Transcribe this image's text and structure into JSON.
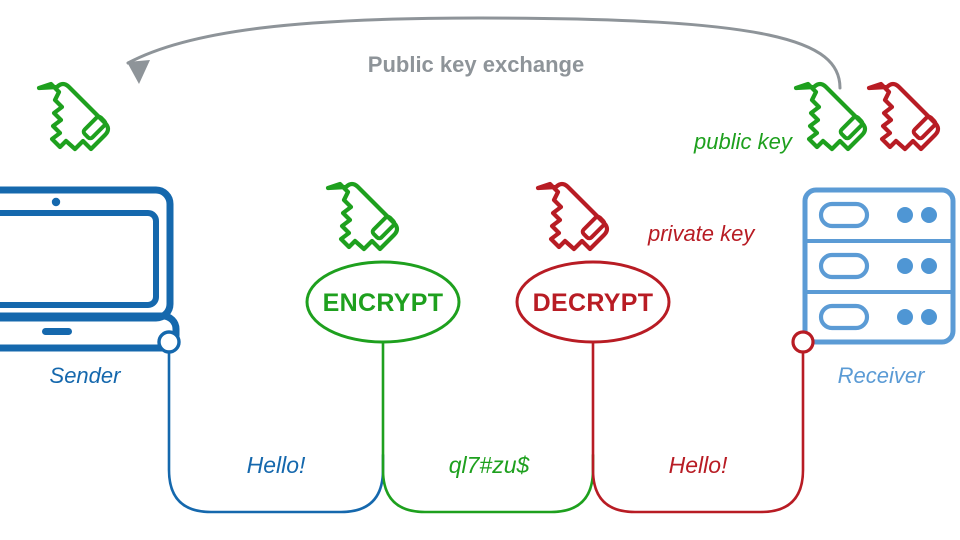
{
  "diagram": {
    "title_banner": "Public key exchange",
    "colors": {
      "sender_blue": "#1568ad",
      "receiver_blue": "#5b9bd5",
      "encrypt_green": "#1ea01e",
      "decrypt_red": "#b81c24",
      "banner_gray": "#8e9499",
      "background": "#ffffff"
    },
    "nodes": {
      "sender": {
        "label": "Sender",
        "icon": "laptop-icon"
      },
      "receiver": {
        "label": "Receiver",
        "icon": "server-rack-icon"
      },
      "encrypt": {
        "label": "ENCRYPT",
        "icon": "key-icon"
      },
      "decrypt": {
        "label": "DECRYPT",
        "icon": "key-icon"
      }
    },
    "key_labels": {
      "public": "public key",
      "private": "private key"
    },
    "messages": {
      "plaintext_out": "Hello!",
      "ciphertext": "ql7#zu$",
      "plaintext_in": "Hello!"
    },
    "keys": [
      {
        "name": "sender-public-key",
        "color": "#1ea01e",
        "kind": "public"
      },
      {
        "name": "receiver-public-key",
        "color": "#1ea01e",
        "kind": "public"
      },
      {
        "name": "receiver-private-key",
        "color": "#b81c24",
        "kind": "private"
      },
      {
        "name": "encrypt-public-key",
        "color": "#1ea01e",
        "kind": "public"
      },
      {
        "name": "decrypt-private-key",
        "color": "#b81c24",
        "kind": "private"
      }
    ]
  }
}
